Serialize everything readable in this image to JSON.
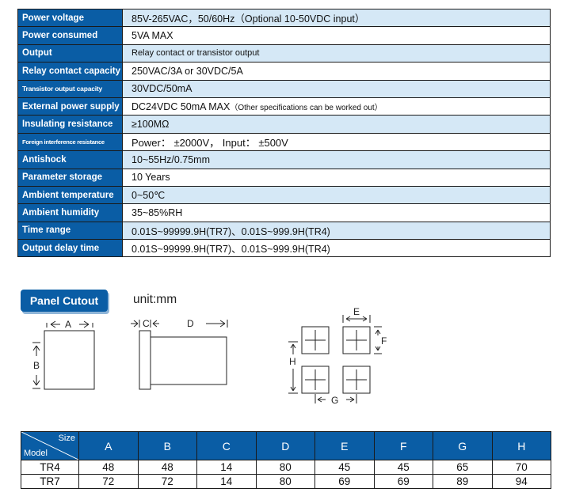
{
  "specs": [
    {
      "label": "Power voltage",
      "value": "85V-265VAC，50/60Hz（Optional 10-50VDC input）",
      "note": ""
    },
    {
      "label": "Power consumed",
      "value": "5VA MAX",
      "note": ""
    },
    {
      "label": "Output",
      "value": "Relay contact or transistor output",
      "note": ""
    },
    {
      "label": "Relay contact capacity",
      "value": "250VAC/3A  or 30VDC/5A",
      "note": ""
    },
    {
      "label": "Transistor output capacity",
      "value": "30VDC/50mA",
      "note": ""
    },
    {
      "label": "External power supply",
      "value": "DC24VDC  50mA MAX",
      "note": "（Other specifications can be worked out）"
    },
    {
      "label": "Insulating resistance",
      "value": "≥100MΩ",
      "note": ""
    },
    {
      "label": "Foreign interference resistance",
      "value": "Power： ±2000V，   Input： ±500V",
      "note": ""
    },
    {
      "label": "Antishock",
      "value": "10~55Hz/0.75mm",
      "note": ""
    },
    {
      "label": "Parameter storage",
      "value": "10 Years",
      "note": ""
    },
    {
      "label": "Ambient temperature",
      "value": "0~50℃",
      "note": ""
    },
    {
      "label": "Ambient humidity",
      "value": "35~85%RH",
      "note": ""
    },
    {
      "label": "Time range",
      "value": "0.01S~99999.9H(TR7)、0.01S~999.9H(TR4)",
      "note": ""
    },
    {
      "label": "Output delay time",
      "value": "0.01S~99999.9H(TR7)、0.01S~999.9H(TR4)",
      "note": ""
    }
  ],
  "panel_cutout": {
    "title": "Panel Cutout",
    "unit": "unit:mm"
  },
  "diagram_labels": {
    "a": "A",
    "b": "B",
    "c": "C",
    "d": "D",
    "e": "E",
    "f": "F",
    "g": "G",
    "h": "H"
  },
  "dimension_table": {
    "corner_size": "Size",
    "corner_model": "Model",
    "columns": [
      "A",
      "B",
      "C",
      "D",
      "E",
      "F",
      "G",
      "H"
    ],
    "rows": [
      {
        "model": "TR4",
        "values": [
          "48",
          "48",
          "14",
          "80",
          "45",
          "45",
          "65",
          "70"
        ]
      },
      {
        "model": "TR7",
        "values": [
          "72",
          "72",
          "14",
          "80",
          "69",
          "69",
          "89",
          "94"
        ]
      }
    ]
  },
  "colors": {
    "header_blue": "#0a5da5",
    "row_light_blue": "#d5e8f6"
  }
}
